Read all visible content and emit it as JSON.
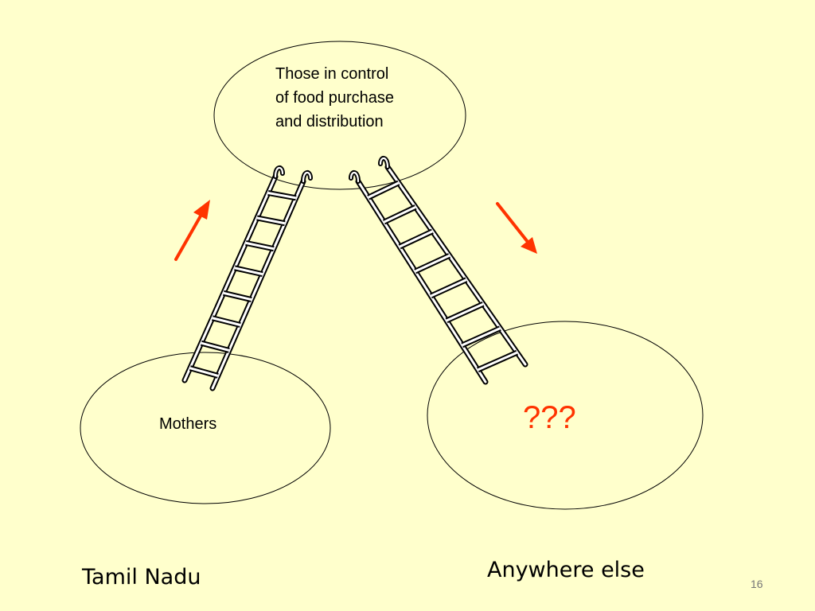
{
  "nodes": {
    "top": {
      "label": "Those in control\nof food purchase\nand distribution"
    },
    "left": {
      "label": "Mothers"
    },
    "right": {
      "label": "???"
    }
  },
  "footer": {
    "left_caption": "Tamil Nadu",
    "right_caption": "Anywhere else",
    "page_number": "16"
  },
  "colors": {
    "background": "#FFFFCC",
    "arrow": "#FF3300",
    "question_marks": "#FF3300",
    "outline": "#000000"
  },
  "icons": {
    "left_connector": "ladder-icon",
    "right_connector": "ladder-icon",
    "left_direction": "arrow-up-right-icon",
    "right_direction": "arrow-down-right-icon"
  }
}
